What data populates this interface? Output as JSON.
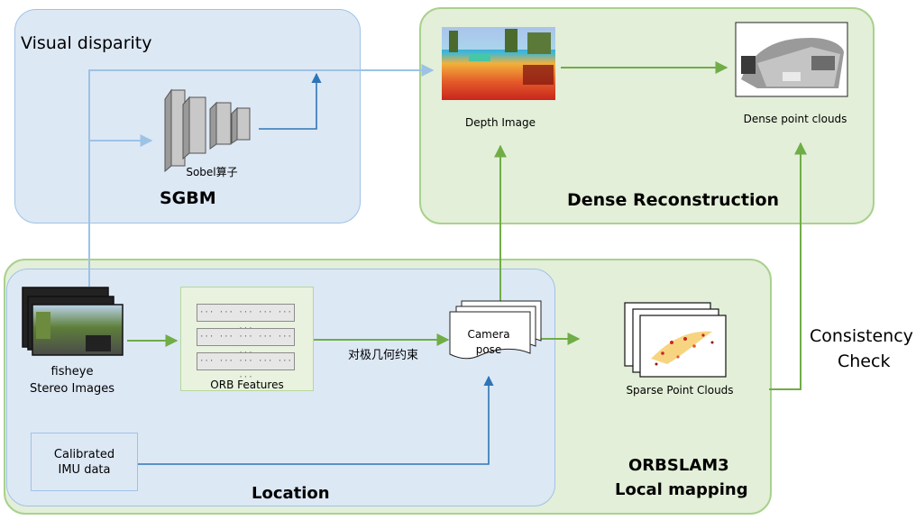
{
  "panels": {
    "visual_disparity": {
      "title": "Visual disparity",
      "subtitle": "SGBM"
    },
    "dense_reconstruction": {
      "title": "Dense Reconstruction"
    },
    "location": {
      "title": "Location"
    },
    "orbslam3": {
      "title_line1": "ORBSLAM3",
      "title_line2": "Local mapping"
    }
  },
  "nodes": {
    "sobel": {
      "label": "Sobel算子"
    },
    "depth_image": {
      "label": "Depth Image"
    },
    "dense_point_clouds": {
      "label": "Dense point clouds"
    },
    "stereo_images": {
      "line1": "fisheye",
      "line2": "Stereo Images"
    },
    "orb_features": {
      "label": "ORB Features",
      "items": [
        "··· ··· ··· ··· ··· ···",
        "··· ··· ··· ··· ··· ···",
        "··· ··· ··· ··· ··· ···"
      ]
    },
    "camera_pose": {
      "line1": "Camera",
      "line2": "pose"
    },
    "sparse_point_clouds": {
      "label": "Sparse Point Clouds"
    },
    "imu": {
      "line1": "Calibrated",
      "line2": "IMU data"
    }
  },
  "edges": {
    "orb_to_pose": {
      "label": "对极几何约束"
    },
    "consistency": {
      "line1": "Consistency",
      "line2": "Check"
    }
  },
  "colors": {
    "blue_panel": "#dde8f5",
    "green_panel": "#e3efd8",
    "blue_arrow": "#9cc3e5",
    "dark_blue_arrow": "#2e75b6",
    "green_arrow": "#70ad47"
  }
}
